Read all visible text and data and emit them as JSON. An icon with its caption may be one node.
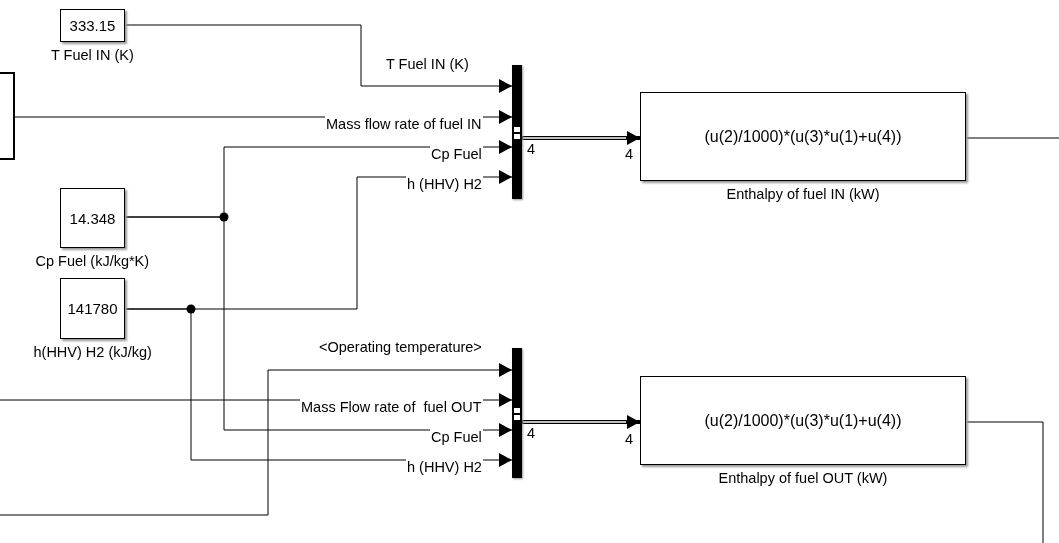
{
  "diagram": {
    "nodes": [
      {
        "text": [
          "333.15"
        ],
        "beside": [
          "T Fuel IN (K)"
        ]
      },
      {
        "text": [],
        "shape": "box"
      },
      {
        "text": [
          "14.348"
        ],
        "beside": [
          "Cp Fuel (kJ/kg*K)"
        ]
      },
      {
        "text": [
          "141780"
        ],
        "beside": [
          "h(HHV) H2 (kJ/kg)"
        ]
      },
      {
        "text": [],
        "shape": "bar"
      },
      {
        "text": [
          "(u(2)/1000)*(u(3)*u(1)+u(4))"
        ],
        "beside": [
          "Enthalpy of fuel IN (kW)"
        ]
      },
      {
        "text": [],
        "shape": "bar"
      },
      {
        "text": [
          "(u(2)/1000)*(u(3)*u(1)+u(4))"
        ],
        "beside": [
          "Enthalpy of fuel OUT (kW)"
        ]
      }
    ],
    "edges": [
      {
        "from": 0,
        "to": 4,
        "arrow": "to",
        "label": "T Fuel IN (K)"
      },
      {
        "from": 1,
        "to": 4,
        "arrow": "to",
        "label": "Mass flow rate of fuel IN"
      },
      {
        "from": 2,
        "to": 4,
        "arrow": "to",
        "label": "Cp Fuel"
      },
      {
        "from": 3,
        "to": 4,
        "arrow": "to",
        "label": "h (HHV) H2"
      },
      {
        "from": 4,
        "to": 5,
        "arrow": "to",
        "style": "thick"
      },
      {
        "from": 5,
        "to": null,
        "arrow": "none"
      },
      {
        "from": null,
        "to": 6,
        "arrow": "to",
        "label": "<Operating temperature>"
      },
      {
        "from": null,
        "to": 6,
        "arrow": "to",
        "label": "Mass Flow rate of  fuel OUT"
      },
      {
        "from": 2,
        "to": 6,
        "arrow": "to",
        "label": "Cp Fuel"
      },
      {
        "from": 3,
        "to": 6,
        "arrow": "to",
        "label": "h (HHV) H2"
      },
      {
        "from": 6,
        "to": 7,
        "arrow": "to",
        "style": "thick"
      },
      {
        "from": 7,
        "to": null,
        "arrow": "none"
      }
    ],
    "labels": [
      "4",
      "4",
      "4",
      "4"
    ]
  }
}
